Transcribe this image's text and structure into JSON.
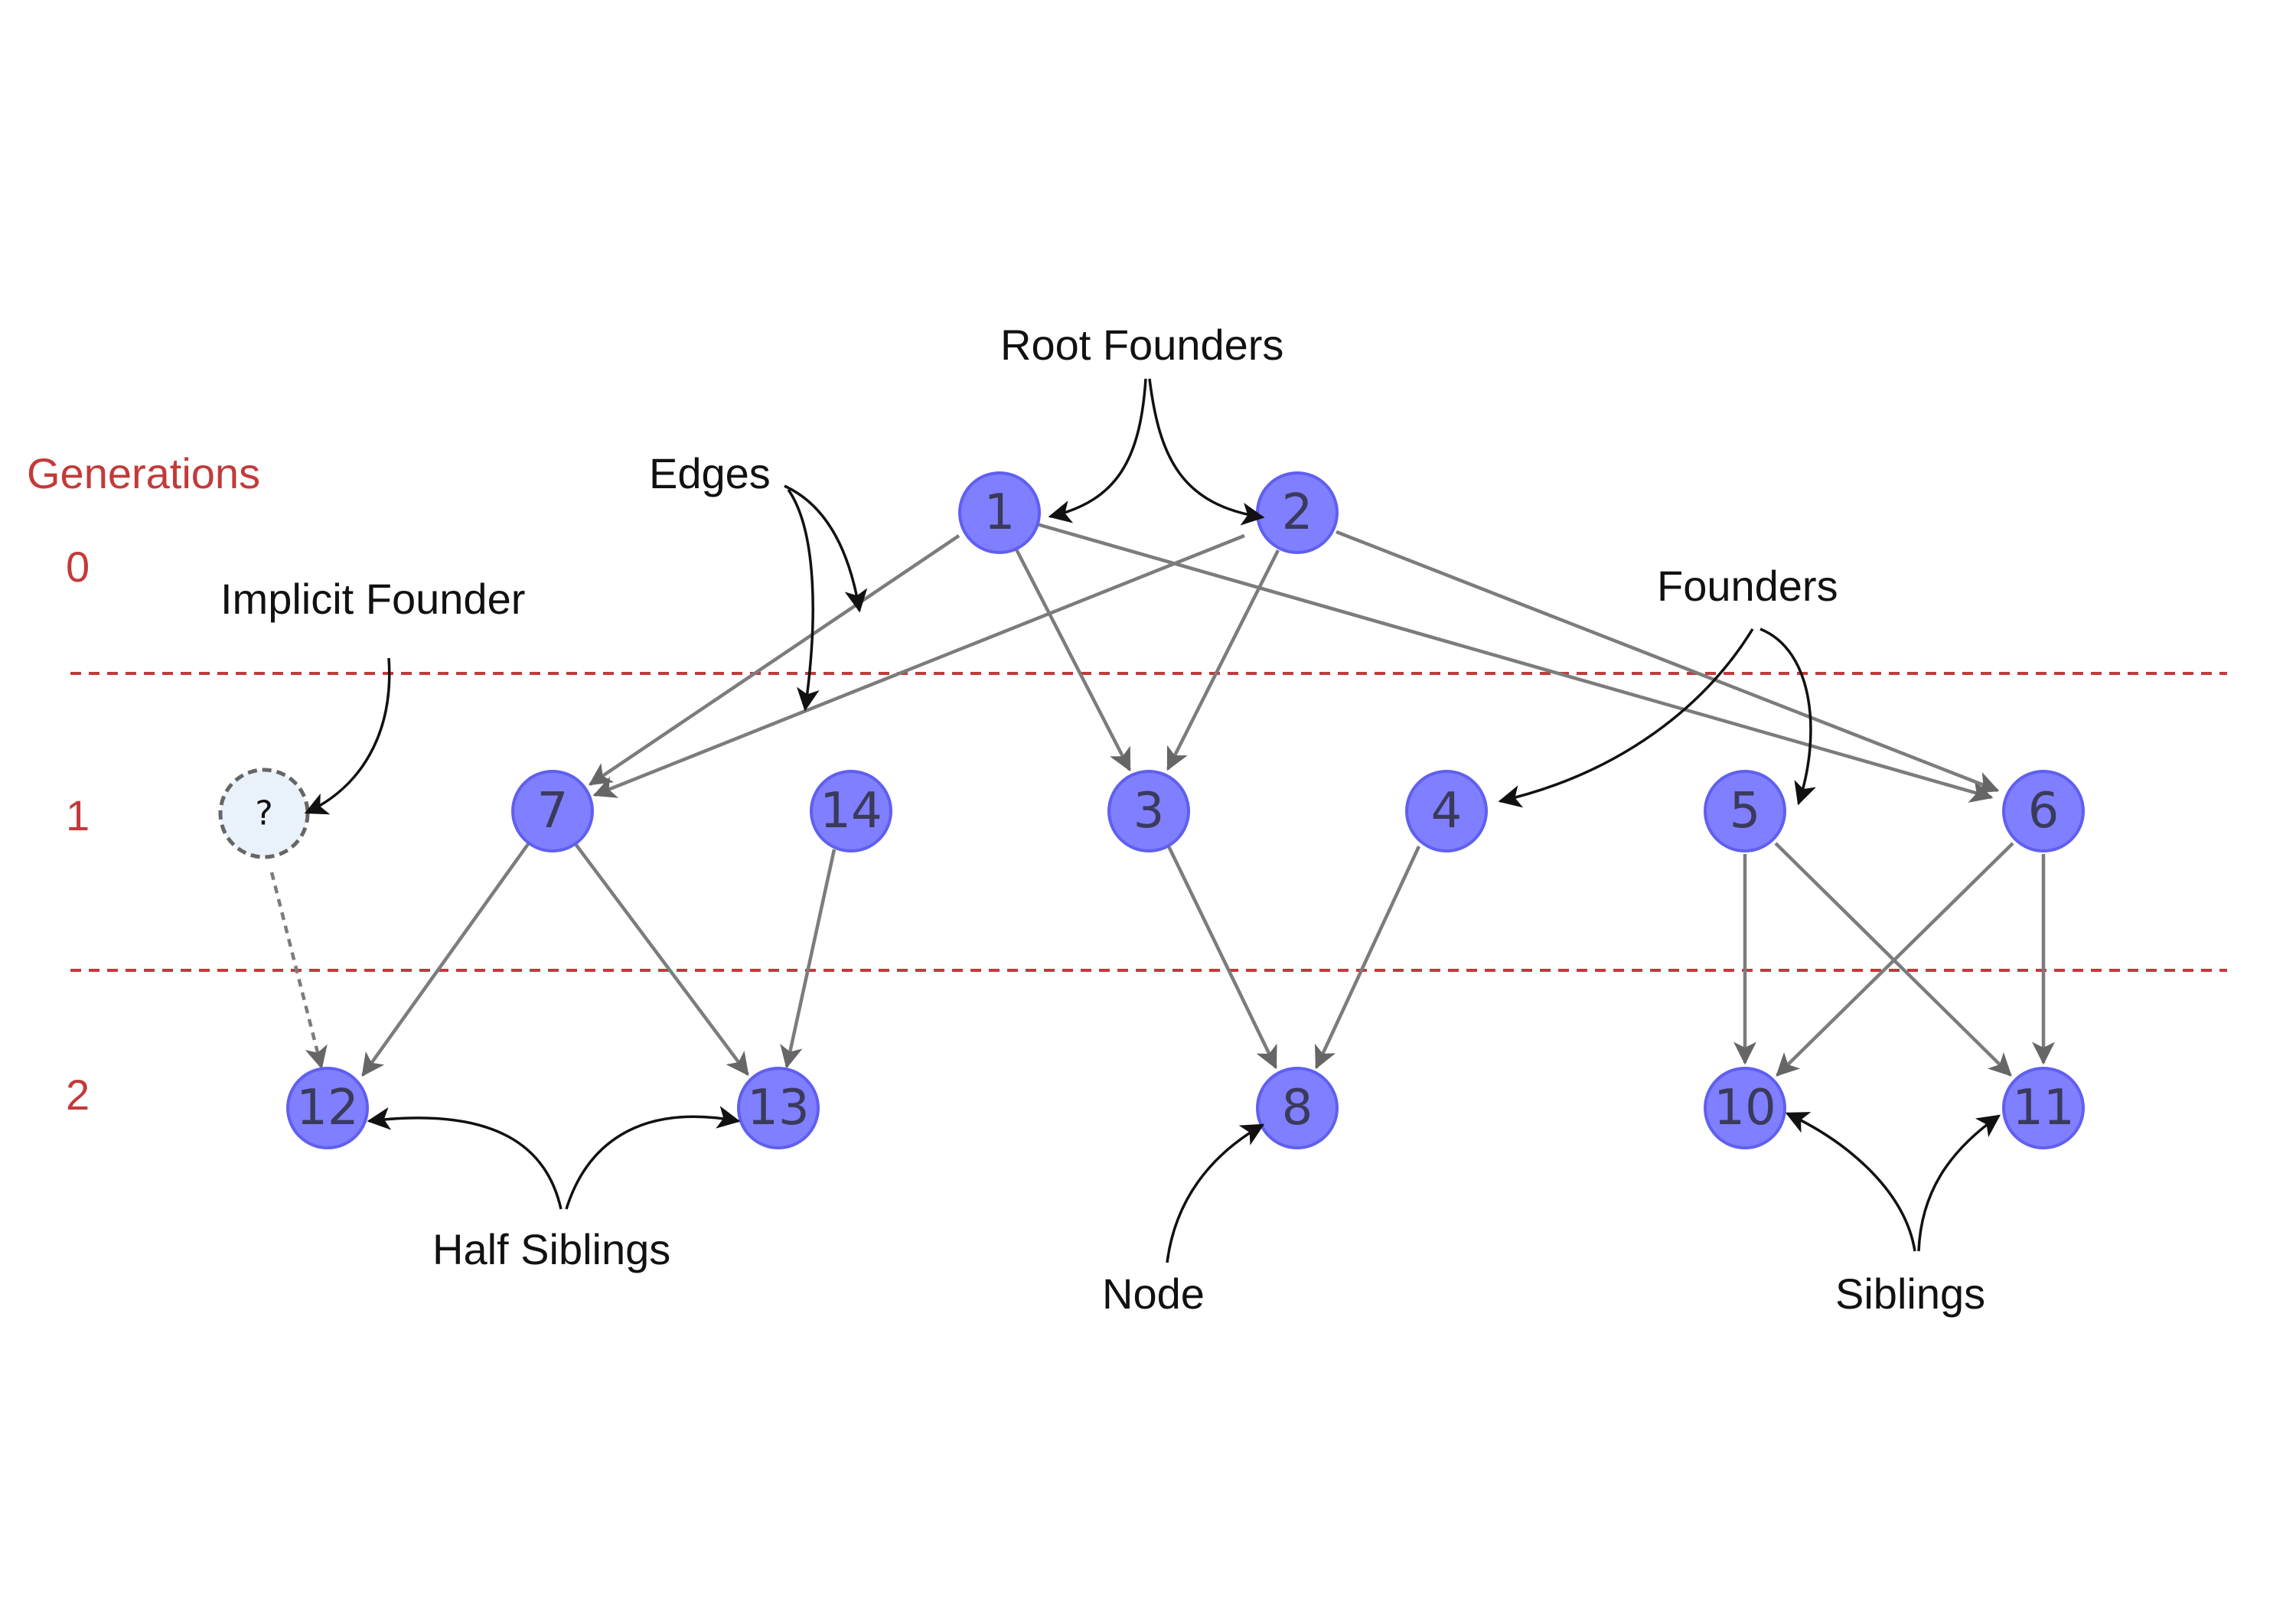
{
  "colors": {
    "node_fill": "#7f7fff",
    "node_stroke": "#5f5ff0",
    "node_text": "#3a3a5a",
    "edge": "#7c7c7c",
    "generation": "#c33a3a",
    "annotation": "#111111",
    "implicit_fill": "#e9f1fb",
    "implicit_stroke": "#666666"
  },
  "generations": {
    "title": "Generations",
    "levels": [
      "0",
      "1",
      "2"
    ]
  },
  "nodes": {
    "n1": "1",
    "n2": "2",
    "n3": "3",
    "n4": "4",
    "n5": "5",
    "n6": "6",
    "n7": "7",
    "n8": "8",
    "n10": "10",
    "n11": "11",
    "n12": "12",
    "n13": "13",
    "n14": "14",
    "implicit": "?"
  },
  "edges": [
    [
      "1",
      "7"
    ],
    [
      "1",
      "3"
    ],
    [
      "1",
      "6"
    ],
    [
      "2",
      "7"
    ],
    [
      "2",
      "3"
    ],
    [
      "2",
      "6"
    ],
    [
      "7",
      "12"
    ],
    [
      "7",
      "13"
    ],
    [
      "14",
      "13"
    ],
    [
      "3",
      "8"
    ],
    [
      "4",
      "8"
    ],
    [
      "5",
      "10"
    ],
    [
      "5",
      "11"
    ],
    [
      "6",
      "10"
    ],
    [
      "6",
      "11"
    ],
    [
      "?",
      "12"
    ]
  ],
  "annotations": {
    "root_founders": "Root Founders",
    "edges": "Edges",
    "implicit_founder": "Implicit Founder",
    "founders": "Founders",
    "half_siblings": "Half Siblings",
    "node": "Node",
    "siblings": "Siblings"
  }
}
